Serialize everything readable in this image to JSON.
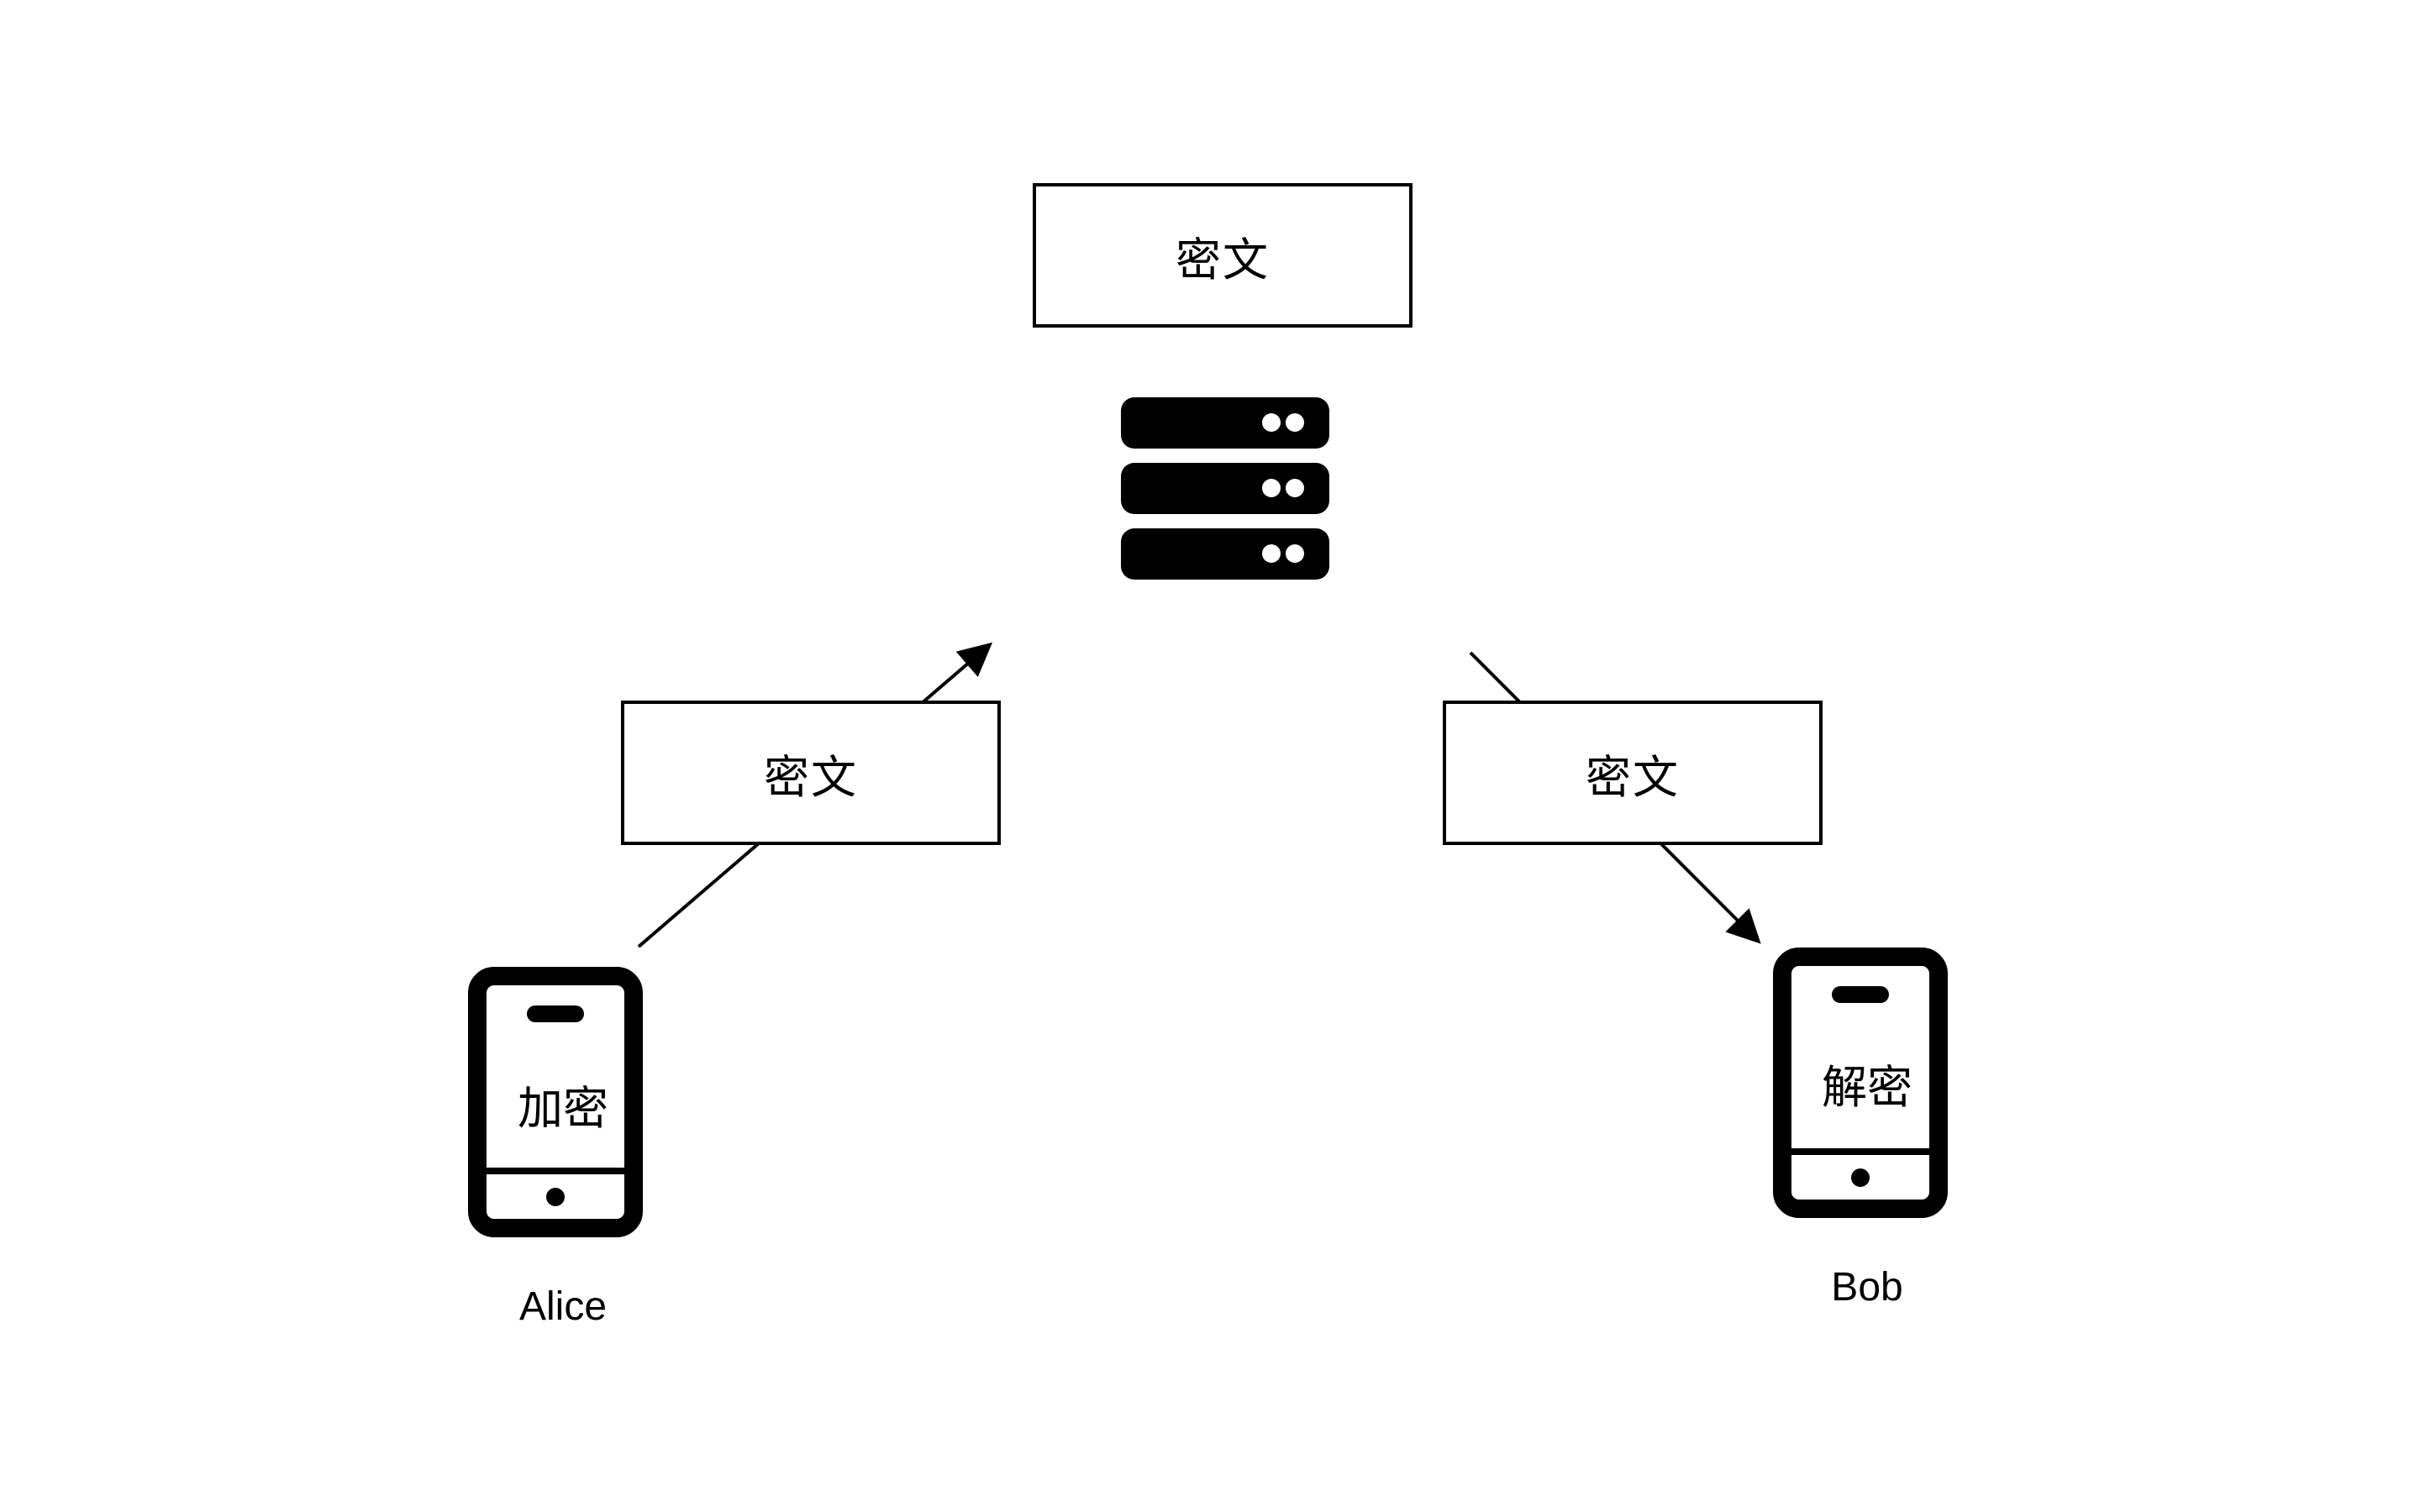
{
  "server": {
    "ciphertext_label": "密文",
    "icon": "server-icon"
  },
  "uplink": {
    "ciphertext_label": "密文"
  },
  "downlink": {
    "ciphertext_label": "密文"
  },
  "alice": {
    "name": "Alice",
    "phone_action": "加密",
    "icon": "phone-icon"
  },
  "bob": {
    "name": "Bob",
    "phone_action": "解密",
    "icon": "phone-icon"
  },
  "colors": {
    "stroke": "#000000",
    "background": "#ffffff"
  }
}
